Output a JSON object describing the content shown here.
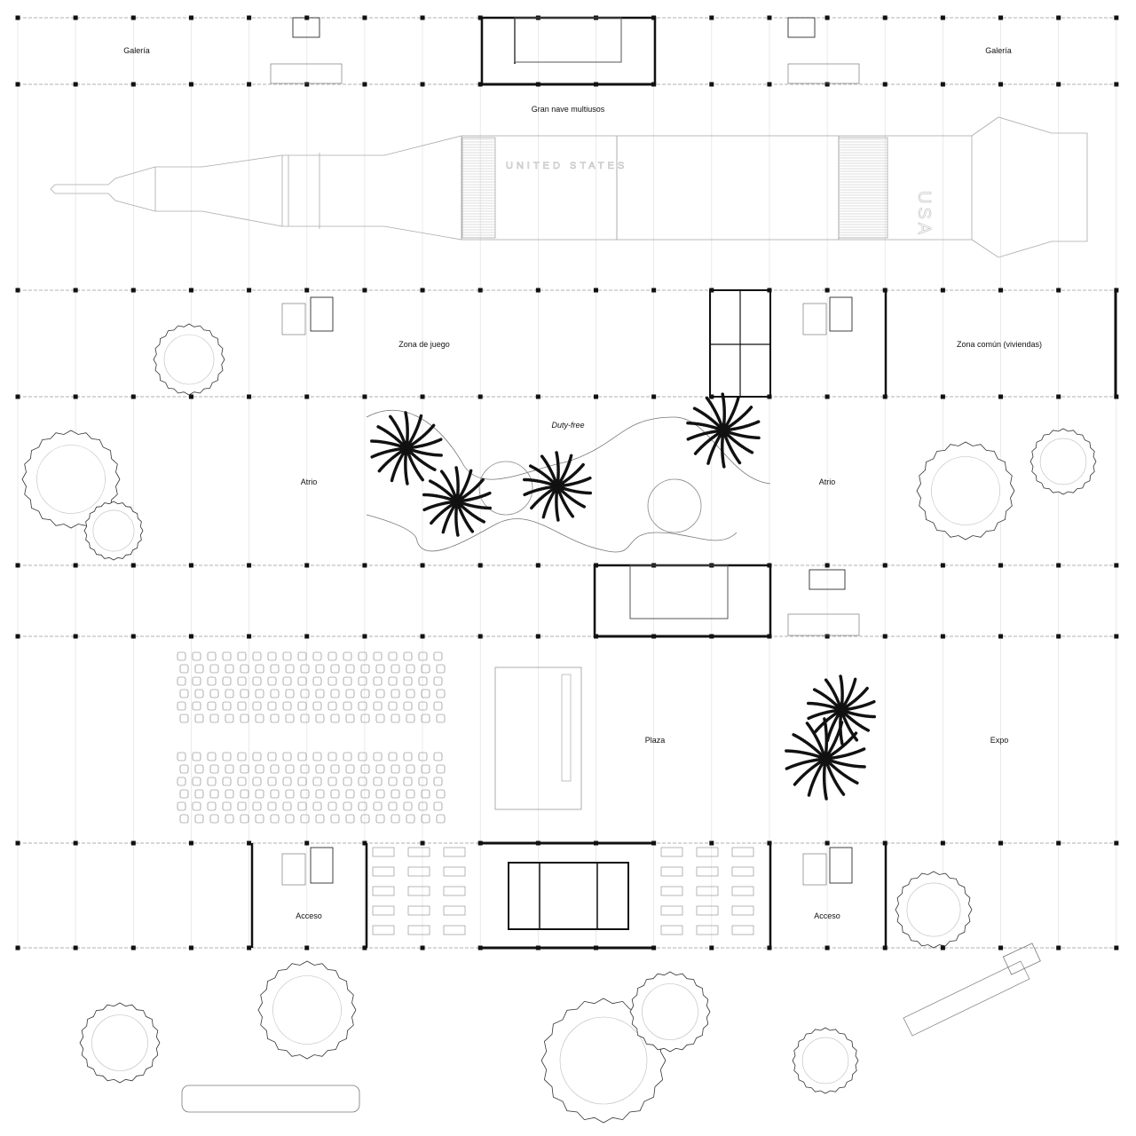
{
  "plan": {
    "labels": {
      "galeria_left": "Galería",
      "galeria_right": "Galería",
      "gran_nave": "Gran nave multiusos",
      "zona_juego": "Zona de juego",
      "zona_comun": "Zona común (viviendas)",
      "duty_free": "Duty-free",
      "atrio_left": "Atrio",
      "atrio_right": "Atrio",
      "plaza": "Plaza",
      "expo": "Expo",
      "acceso_left": "Acceso",
      "acceso_right": "Acceso"
    },
    "rocket": {
      "text_side": "UNITED STATES",
      "text_usa": "USA"
    }
  }
}
